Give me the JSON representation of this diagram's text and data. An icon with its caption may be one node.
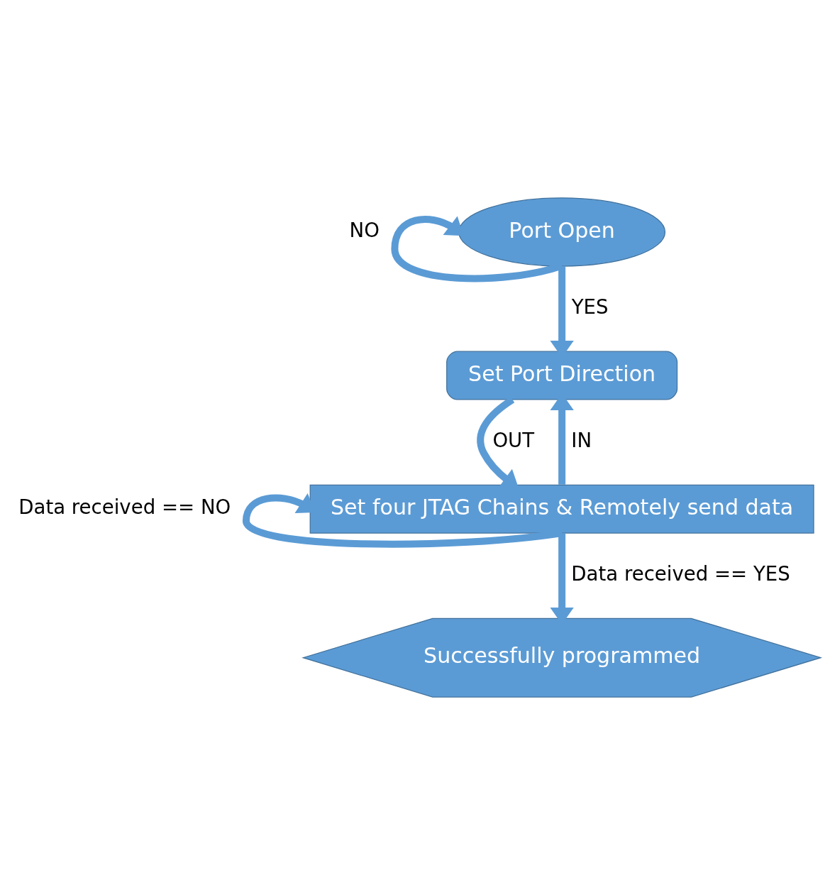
{
  "diagram": {
    "nodes": [
      {
        "text": [
          "Port Open"
        ]
      },
      {
        "text": [
          "Set Port Direction"
        ]
      },
      {
        "text": [
          "Set four JTAG Chains & Remotely send data"
        ]
      },
      {
        "text": [
          "Successfully programmed"
        ]
      }
    ],
    "edges": [
      {
        "from": 0,
        "to": 0,
        "arrow": "to",
        "label": "NO"
      },
      {
        "from": 0,
        "to": 1,
        "arrow": "to",
        "label": "YES"
      },
      {
        "from": 1,
        "to": 2,
        "arrow": "to",
        "label": "OUT"
      },
      {
        "from": 2,
        "to": 1,
        "arrow": "to",
        "label": "IN"
      },
      {
        "from": 2,
        "to": 2,
        "arrow": "to",
        "label": "Data received == NO"
      },
      {
        "from": 2,
        "to": 3,
        "arrow": "to",
        "label": "Data received == YES"
      }
    ]
  }
}
